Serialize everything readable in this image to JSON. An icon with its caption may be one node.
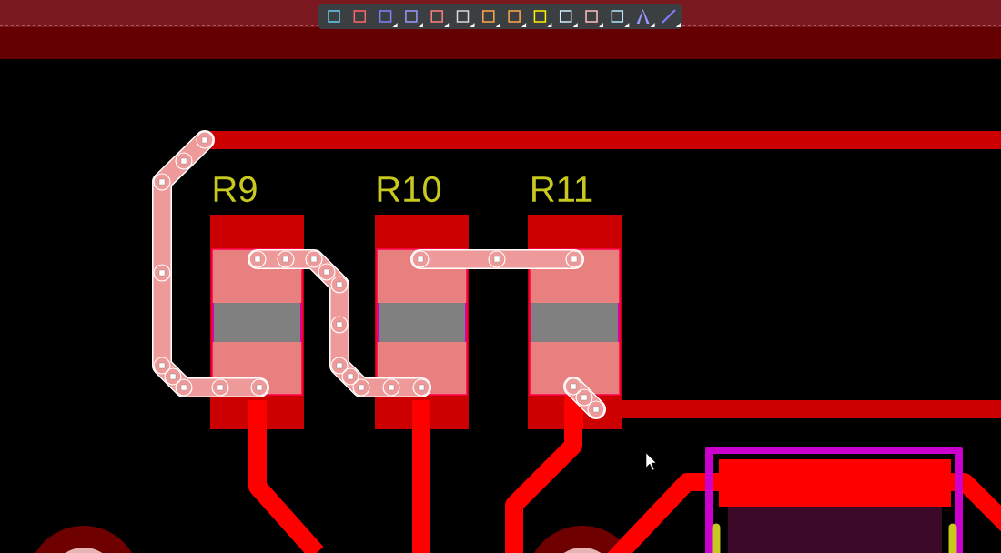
{
  "diagram": {
    "labels": [
      "R9",
      "R10",
      "R11"
    ]
  }
}
